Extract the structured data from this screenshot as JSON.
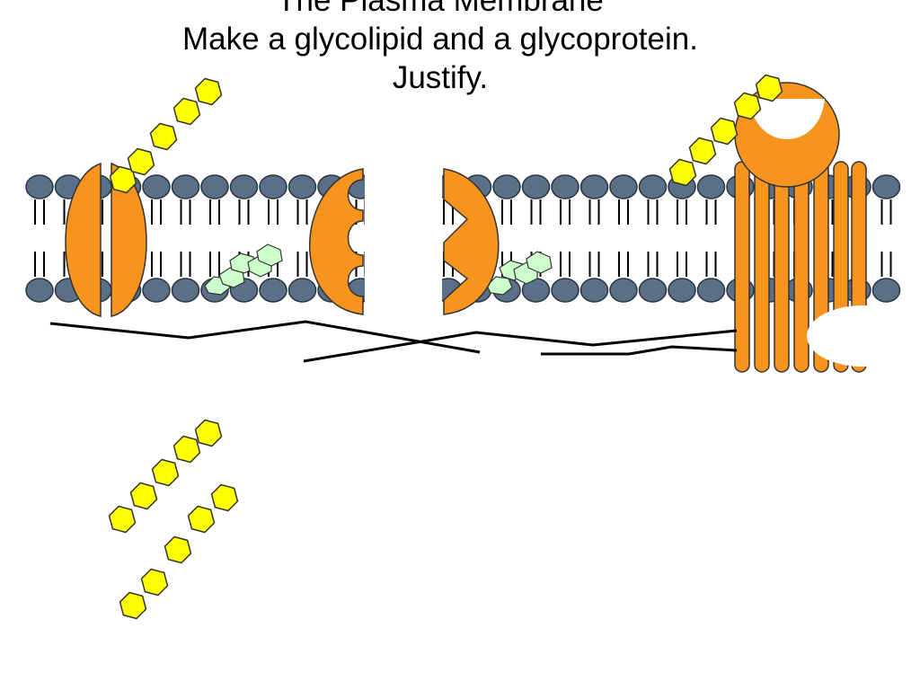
{
  "slide": {
    "title": "The Plasma Membrane",
    "prompt_line_1": "Make a glycolipid and a glycoprotein.",
    "prompt_line_2": "Justify."
  },
  "colors": {
    "background": "#ffffff",
    "phospholipid_head": "#5a7088",
    "phospholipid_tail": "#000000",
    "protein": "#f7941d",
    "sugar": "#ffff00",
    "sugar_outline": "#333333",
    "cholesterol": "#ccffcc",
    "cytoskeleton": "#000000"
  },
  "diagram": {
    "membrane": "phospholipid bilayer",
    "parts": [
      "phospholipid-heads",
      "fatty-acid-tails",
      "split-channel-protein",
      "pore-protein",
      "receptor-protein",
      "cholesterol",
      "carbohydrate-chains",
      "cytoskeleton-fibers"
    ]
  }
}
